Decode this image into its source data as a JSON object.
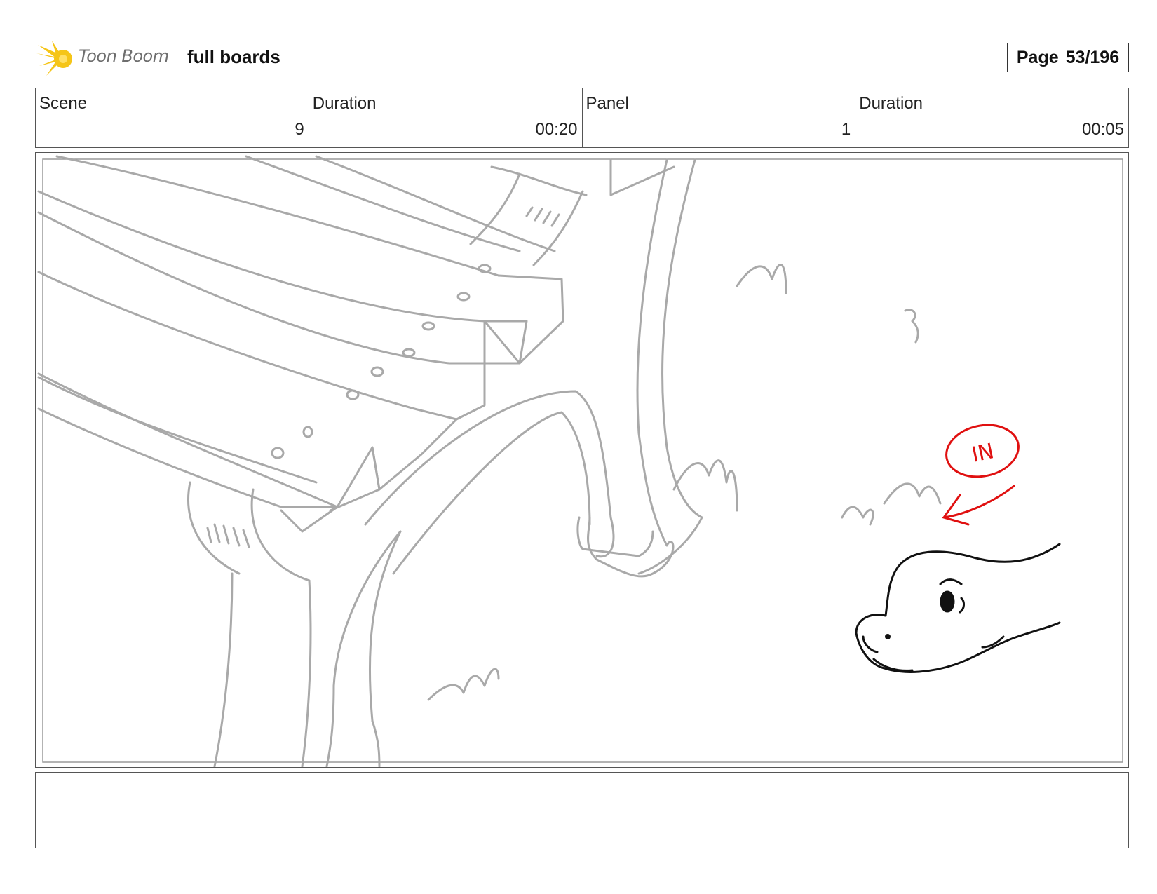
{
  "header": {
    "brand": "Toon Boom",
    "project": "full boards",
    "page_label": "Page",
    "page_number": "53/196"
  },
  "info": {
    "scene_label": "Scene",
    "scene_value": "9",
    "scene_duration_label": "Duration",
    "scene_duration_value": "00:20",
    "panel_label": "Panel",
    "panel_value": "1",
    "panel_duration_label": "Duration",
    "panel_duration_value": "00:05"
  },
  "panel": {
    "annotation": "IN"
  },
  "notes": {
    "text": ""
  },
  "colors": {
    "logo": "#f5c518",
    "sketch_gray": "#a9a9a9",
    "ink": "#111111",
    "annotation_red": "#e01010"
  },
  "icons": {
    "logo": "toon-boom-logo-icon",
    "in_arrow": "arrow-left-icon"
  }
}
